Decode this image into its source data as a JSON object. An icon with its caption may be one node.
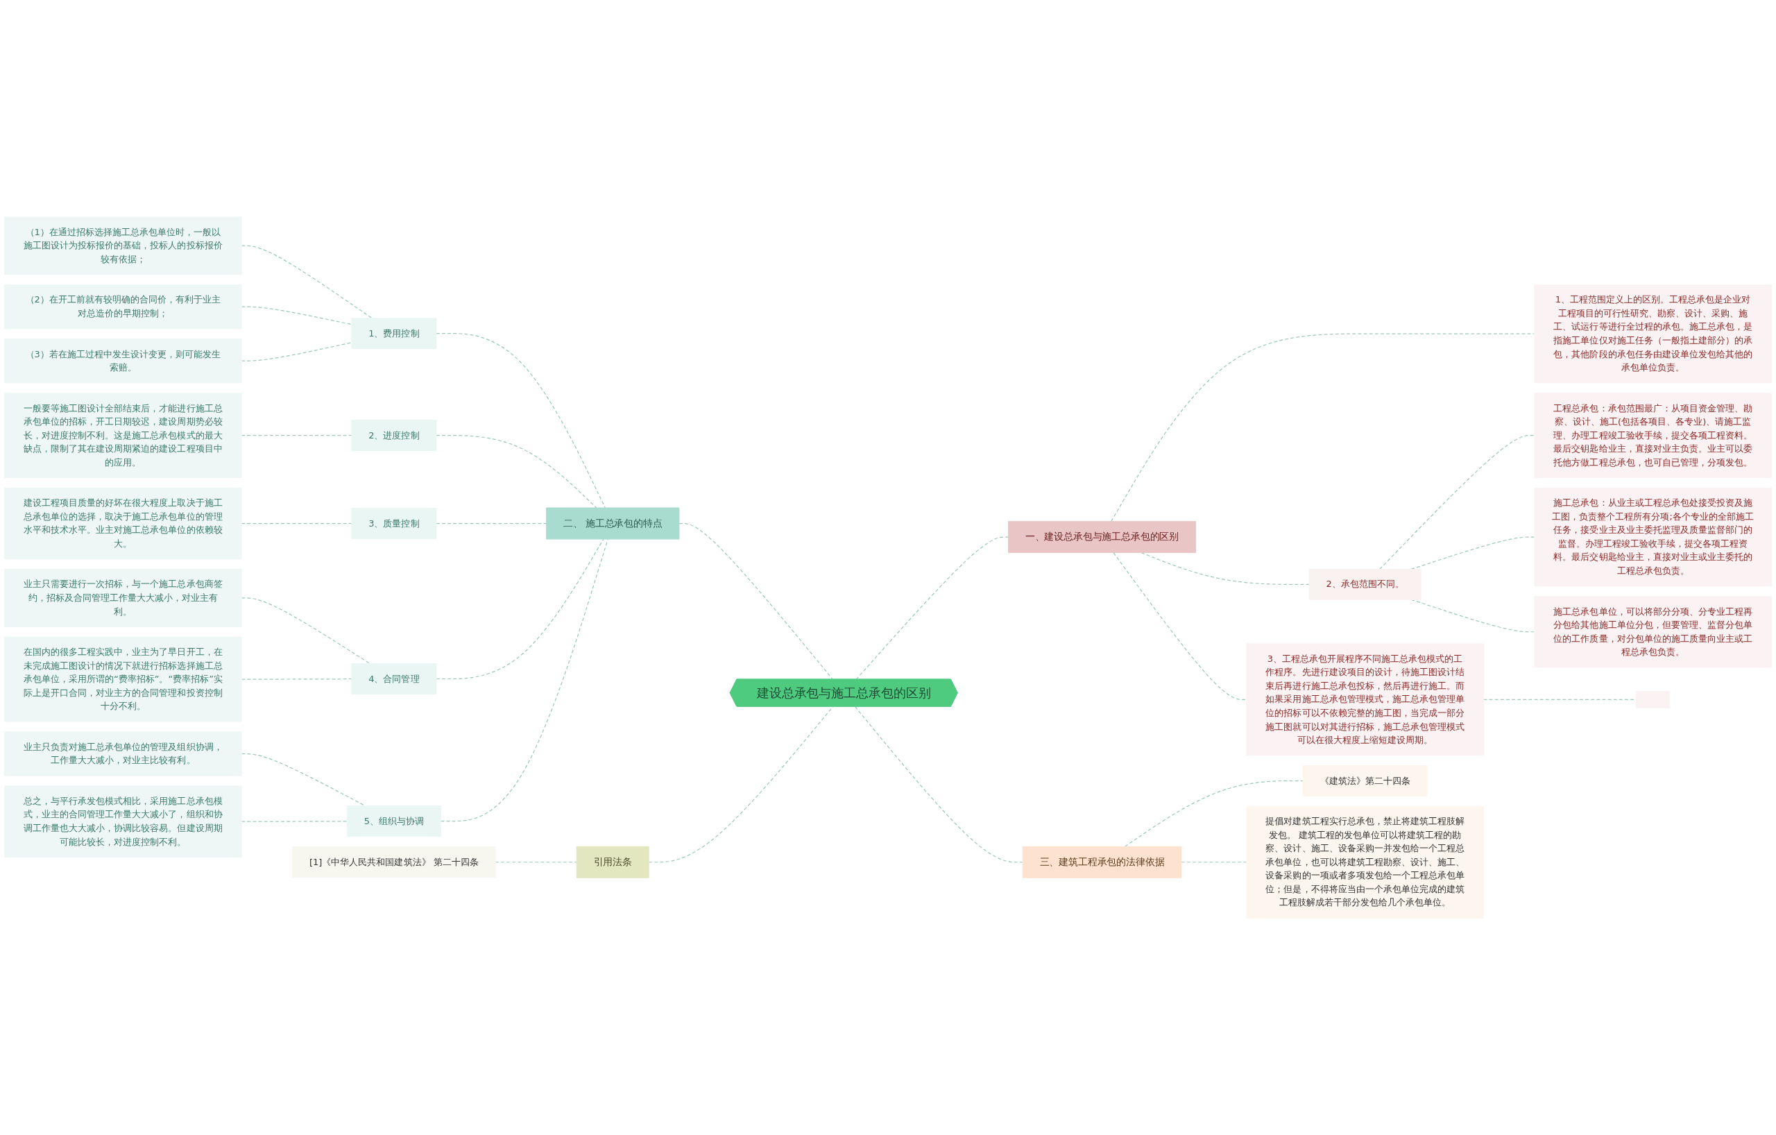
{
  "diagram": {
    "nodes": [
      {
        "text": [
          "建设总承包与施工总承包的区别"
        ]
      },
      {
        "text": [
          "二、 施工总承包的特点"
        ]
      },
      {
        "text": [
          "1、费用控制"
        ]
      },
      {
        "text": [
          "（1）在通过招标选择施工总承包单位时，一般以施工图设计为投标报价的基础，投标人的投标报价较有依据；"
        ]
      },
      {
        "text": [
          "（2）在开工前就有较明确的合同价，有利于业主对总造价的早期控制；"
        ]
      },
      {
        "text": [
          "（3）若在施工过程中发生设计变更，则可能发生索赔。"
        ]
      },
      {
        "text": [
          "2、进度控制"
        ]
      },
      {
        "text": [
          "一般要等施工图设计全部结束后，才能进行施工总承包单位的招标，开工日期较迟，建设周期势必较长，对进度控制不利。这是施工总承包模式的最大缺点，限制了其在建设周期紧迫的建设工程项目中的应用。"
        ]
      },
      {
        "text": [
          "3、质量控制"
        ]
      },
      {
        "text": [
          "建设工程项目质量的好坏在很大程度上取决于施工总承包单位的选择，取决于施工总承包单位的管理水平和技术水平。业主对施工总承包单位的依赖较大。"
        ]
      },
      {
        "text": [
          "4、合同管理"
        ]
      },
      {
        "text": [
          "业主只需要进行一次招标，与一个施工总承包商签约，招标及合同管理工作量大大减小，对业主有利。"
        ]
      },
      {
        "text": [
          "在国内的很多工程实践中，业主为了早日开工，在未完成施工图设计的情况下就进行招标选择施工总承包单位，采用所谓的“费率招标”。“费率招标”实际上是开口合同，对业主方的合同管理和投资控制十分不利。"
        ]
      },
      {
        "text": [
          "5、组织与协调"
        ]
      },
      {
        "text": [
          "业主只负责对施工总承包单位的管理及组织协调，工作量大大减小，对业主比较有利。"
        ]
      },
      {
        "text": [
          "总之，与平行承发包模式相比，采用施工总承包模式，业主的合同管理工作量大大减小了，组织和协调工作量也大大减小，协调比较容易。但建设周期可能比较长，对进度控制不利。"
        ]
      },
      {
        "text": [
          "引用法条"
        ]
      },
      {
        "text": [
          "[1]《中华人民共和国建筑法》 第二十四条"
        ]
      },
      {
        "text": [
          "一、建设总承包与施工总承包的区别"
        ]
      },
      {
        "text": [
          "1、工程范围定义上的区别。工程总承包是企业对工程项目的可行性研究、勘察、设计、采购、施工、试运行等进行全过程的承包。施工总承包，是指施工单位仅对施工任务（一般指土建部分）的承包，其他阶段的承包任务由建设单位发包给其他的承包单位负责。"
        ]
      },
      {
        "text": [
          "2、承包范围不同。"
        ]
      },
      {
        "text": [
          "工程总承包：承包范围最广：从项目资金管理、勘察、设计、施工(包括各项目、各专业)、请施工监理、办理工程竣工验收手续，提交各项工程资料。最后交钥匙给业主，直接对业主负责。业主可以委托他方做工程总承包，也可自已管理，分项发包。"
        ]
      },
      {
        "text": [
          "施工总承包：从业主或工程总承包处接受投资及施工图，负责整个工程所有分项;各个专业的全部施工任务，接受业主及业主委托监理及质量监督部门的监督。办理工程竣工验收手续，提交各项工程资料。最后交钥匙给业主，直接对业主或业主委托的工程总承包负责。"
        ]
      },
      {
        "text": [
          "施工总承包单位，可以将部分分项、分专业工程再分包给其他施工单位分包，但要管理、监督分包单位的工作质量，对分包单位的施工质量向业主或工程总承包负责。"
        ]
      },
      {
        "text": [
          "3、工程总承包开展程序不同施工总承包模式的工作程序。先进行建设项目的设计，待施工图设计结束后再进行施工总承包投标，然后再进行施工。而如果采用施工总承包管理模式，施工总承包管理单位的招标可以不依赖完整的施工图，当完成一部分施工图就可以对其进行招标，施工总承包管理模式可以在很大程度上缩短建设周期。"
        ]
      },
      {
        "text": [],
        "shape": "box"
      },
      {
        "text": [
          "三、建筑工程承包的法律依据"
        ]
      },
      {
        "text": [
          "《建筑法》第二十四条"
        ]
      },
      {
        "text": [
          "提倡对建筑工程实行总承包，禁止将建筑工程肢解发包。 建筑工程的发包单位可以将建筑工程的勘察、设计、施工、设备采购一并发包给一个工程总承包单位，也可以将建筑工程勘察、设计、施工、设备采购的一项或者多项发包给一个工程总承包单位；但是，不得将应当由一个承包单位完成的建筑工程肢解成若干部分发包给几个承包单位。"
        ]
      }
    ],
    "edges": [
      {
        "from": 3,
        "to": 2,
        "arrow": "none",
        "style": "dashed"
      },
      {
        "from": 4,
        "to": 2,
        "arrow": "none",
        "style": "dashed"
      },
      {
        "from": 5,
        "to": 2,
        "arrow": "none",
        "style": "dashed"
      },
      {
        "from": 2,
        "to": 1,
        "arrow": "none",
        "style": "dashed"
      },
      {
        "from": 7,
        "to": 6,
        "arrow": "none",
        "style": "dashed"
      },
      {
        "from": 6,
        "to": 1,
        "arrow": "none",
        "style": "dashed"
      },
      {
        "from": 9,
        "to": 8,
        "arrow": "none",
        "style": "dashed"
      },
      {
        "from": 8,
        "to": 1,
        "arrow": "none",
        "style": "dashed"
      },
      {
        "from": 11,
        "to": 10,
        "arrow": "none",
        "style": "dashed"
      },
      {
        "from": 12,
        "to": 10,
        "arrow": "none",
        "style": "dashed"
      },
      {
        "from": 10,
        "to": 1,
        "arrow": "none",
        "style": "dashed"
      },
      {
        "from": 14,
        "to": 13,
        "arrow": "none",
        "style": "dashed"
      },
      {
        "from": 15,
        "to": 13,
        "arrow": "none",
        "style": "dashed"
      },
      {
        "from": 13,
        "to": 1,
        "arrow": "none",
        "style": "dashed"
      },
      {
        "from": 1,
        "to": 0,
        "arrow": "none",
        "style": "dashed"
      },
      {
        "from": 17,
        "to": 16,
        "arrow": "none",
        "style": "dashed"
      },
      {
        "from": 16,
        "to": 0,
        "arrow": "none",
        "style": "dashed"
      },
      {
        "from": 0,
        "to": 18,
        "arrow": "none",
        "style": "dashed"
      },
      {
        "from": 18,
        "to": 19,
        "arrow": "none",
        "style": "dashed"
      },
      {
        "from": 18,
        "to": 20,
        "arrow": "none",
        "style": "dashed"
      },
      {
        "from": 20,
        "to": 21,
        "arrow": "none",
        "style": "dashed"
      },
      {
        "from": 20,
        "to": 22,
        "arrow": "none",
        "style": "dashed"
      },
      {
        "from": 20,
        "to": 23,
        "arrow": "none",
        "style": "dashed"
      },
      {
        "from": 18,
        "to": 24,
        "arrow": "none",
        "style": "dashed"
      },
      {
        "from": 24,
        "to": 25,
        "arrow": "none",
        "style": "dashed"
      },
      {
        "from": 0,
        "to": 26,
        "arrow": "none",
        "style": "dashed"
      },
      {
        "from": 26,
        "to": 27,
        "arrow": "none",
        "style": "dashed"
      },
      {
        "from": 26,
        "to": 28,
        "arrow": "none",
        "style": "dashed"
      }
    ]
  }
}
